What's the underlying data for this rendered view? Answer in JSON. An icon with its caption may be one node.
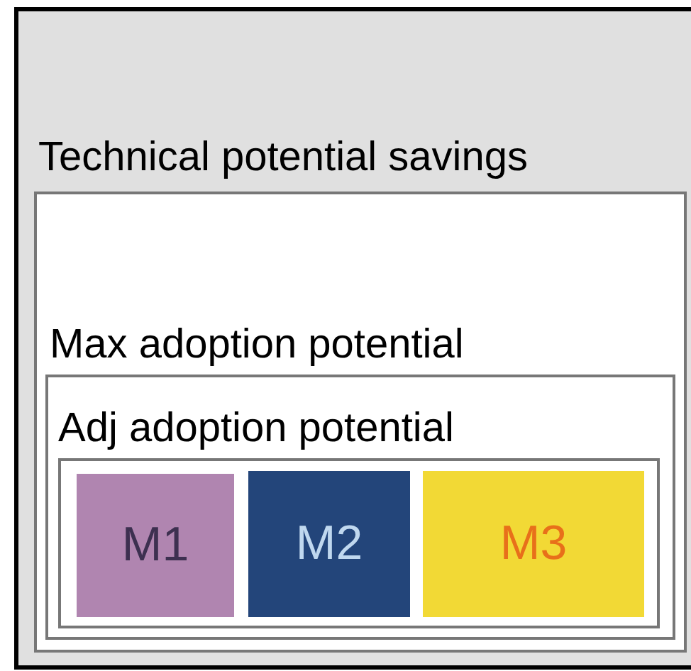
{
  "diagram": {
    "nodes": [
      {
        "text": [
          "Technical potential savings"
        ]
      },
      {
        "text": [
          "Max adoption potential"
        ],
        "in": 0
      },
      {
        "text": [
          "Adj adoption potential"
        ],
        "in": 1
      },
      {
        "text": [],
        "shape": "box",
        "in": 2
      },
      {
        "text": [
          "M1"
        ],
        "in": 3
      },
      {
        "text": [
          "M2"
        ],
        "in": 3
      },
      {
        "text": [
          "M3"
        ],
        "in": 3
      }
    ]
  }
}
